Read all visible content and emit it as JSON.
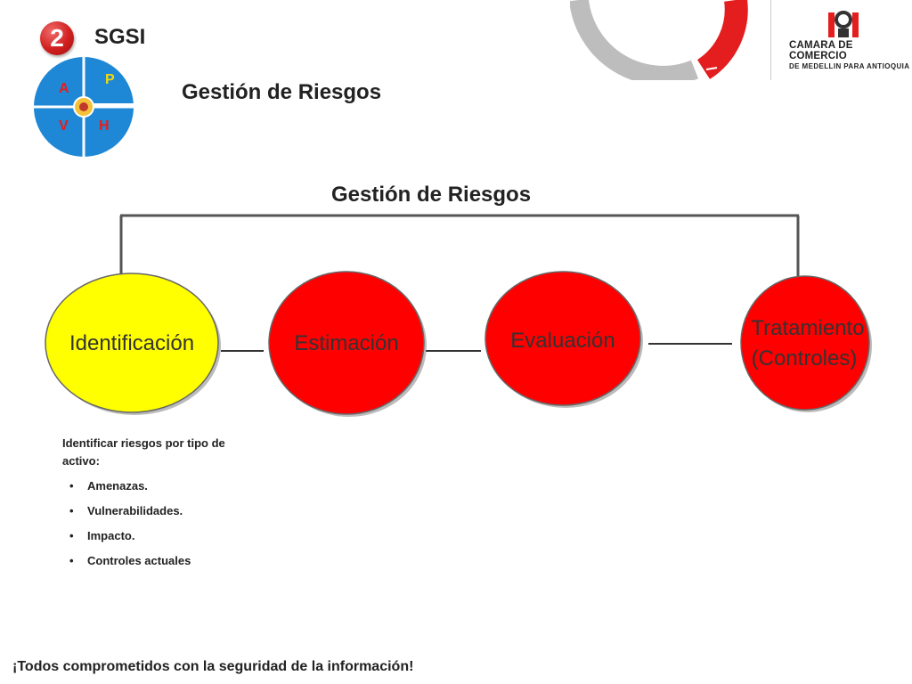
{
  "header": {
    "step_number": "2",
    "sgsi_label": "SGSI",
    "title": "Gestión de Riesgos"
  },
  "pdca": {
    "p": "P",
    "h": "H",
    "v": "V",
    "a": "A"
  },
  "logo": {
    "line1": "CAMARA DE COMERCIO",
    "line2": "DE MEDELLIN PARA ANTIOQUIA"
  },
  "diagram": {
    "title": "Gestión de Riesgos",
    "nodes": [
      {
        "label": "Identificación",
        "color": "#ffff00"
      },
      {
        "label": "Estimación",
        "color": "#ff0000"
      },
      {
        "label": "Evaluación",
        "color": "#ff0000"
      },
      {
        "label_line1": "Tratamiento",
        "label_line2": "(Controles)",
        "color": "#ff0000"
      }
    ]
  },
  "details": {
    "intro": "Identificar riesgos por tipo de activo:",
    "items": [
      "Amenazas.",
      "Vulnerabilidades.",
      "Impacto.",
      "Controles actuales"
    ]
  },
  "footer": {
    "text": "¡Todos comprometidos con la seguridad de la información!"
  },
  "colors": {
    "accent_red": "#e41e1e",
    "pdca_blue": "#1e88d6",
    "yellow": "#ffff00"
  }
}
